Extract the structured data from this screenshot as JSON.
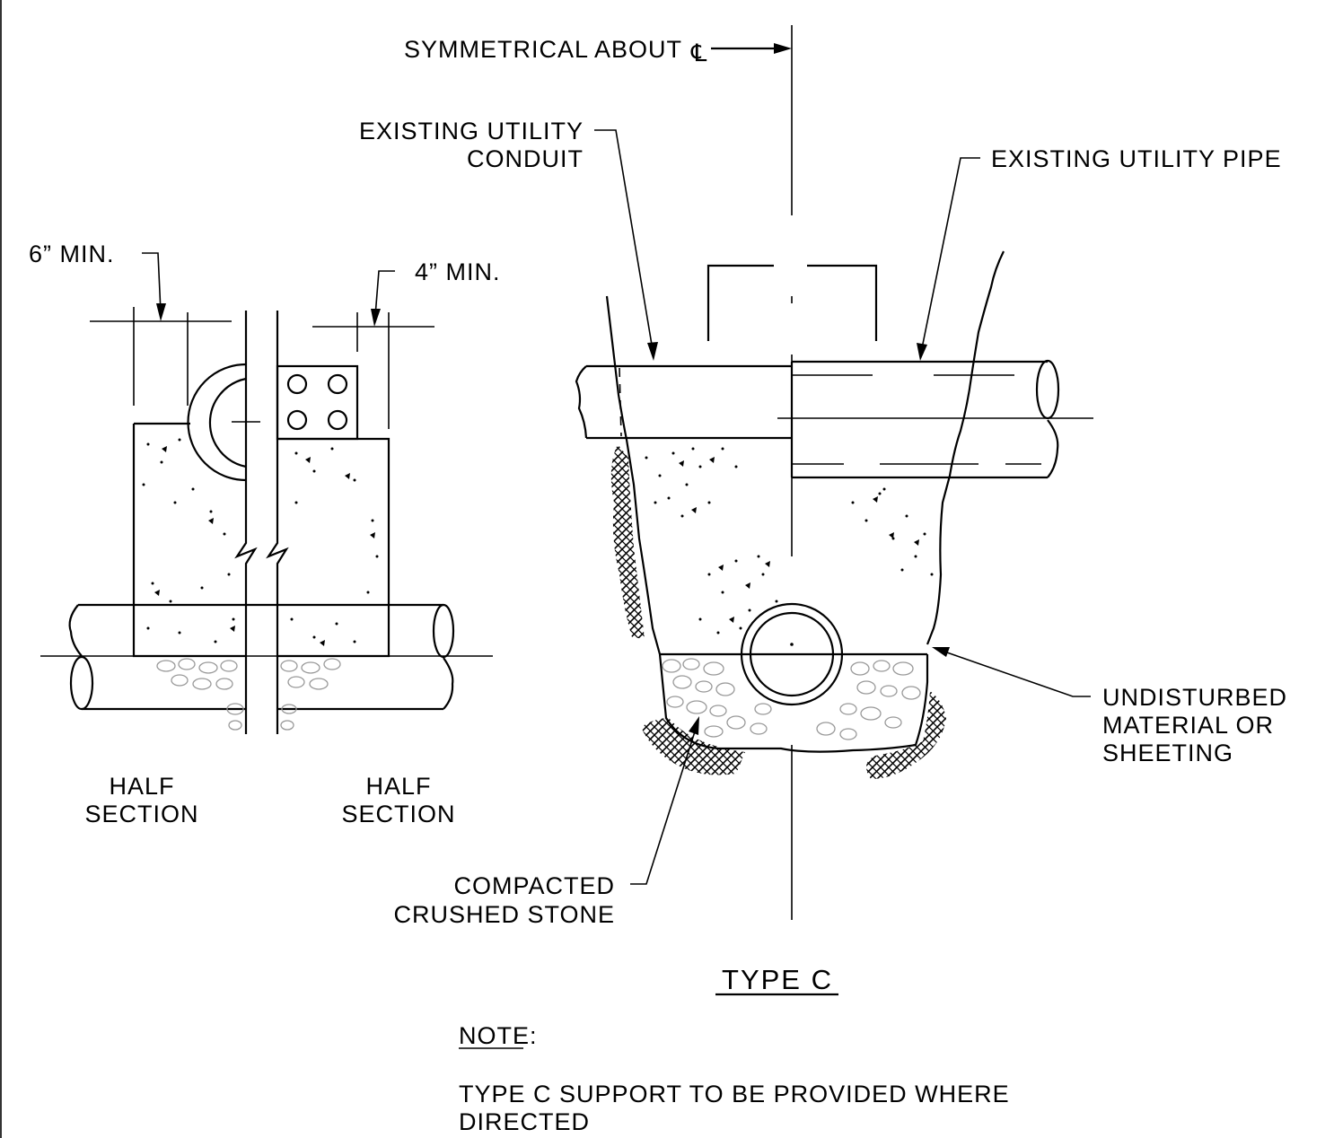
{
  "labels": {
    "symmetrical": "SYMMETRICAL ABOUT",
    "centerline_symbol": "℄",
    "existing_conduit": [
      "EXISTING UTILITY",
      "CONDUIT"
    ],
    "existing_pipe": "EXISTING UTILITY PIPE",
    "six_min": "6” MIN.",
    "four_min": "4” MIN.",
    "half_section_left": [
      "HALF",
      "SECTION"
    ],
    "half_section_right": [
      "HALF",
      "SECTION"
    ],
    "undisturbed": [
      "UNDISTURBED",
      "MATERIAL OR",
      "SHEETING"
    ],
    "compacted": [
      "COMPACTED",
      "CRUSHED STONE"
    ],
    "type_title": "TYPE  C",
    "note_heading": "NOTE:",
    "note_text": [
      "TYPE C SUPPORT TO BE PROVIDED WHERE",
      "DIRECTED"
    ]
  },
  "colors": {
    "line": "#000000",
    "stone": "#999999",
    "background": "#ffffff"
  }
}
